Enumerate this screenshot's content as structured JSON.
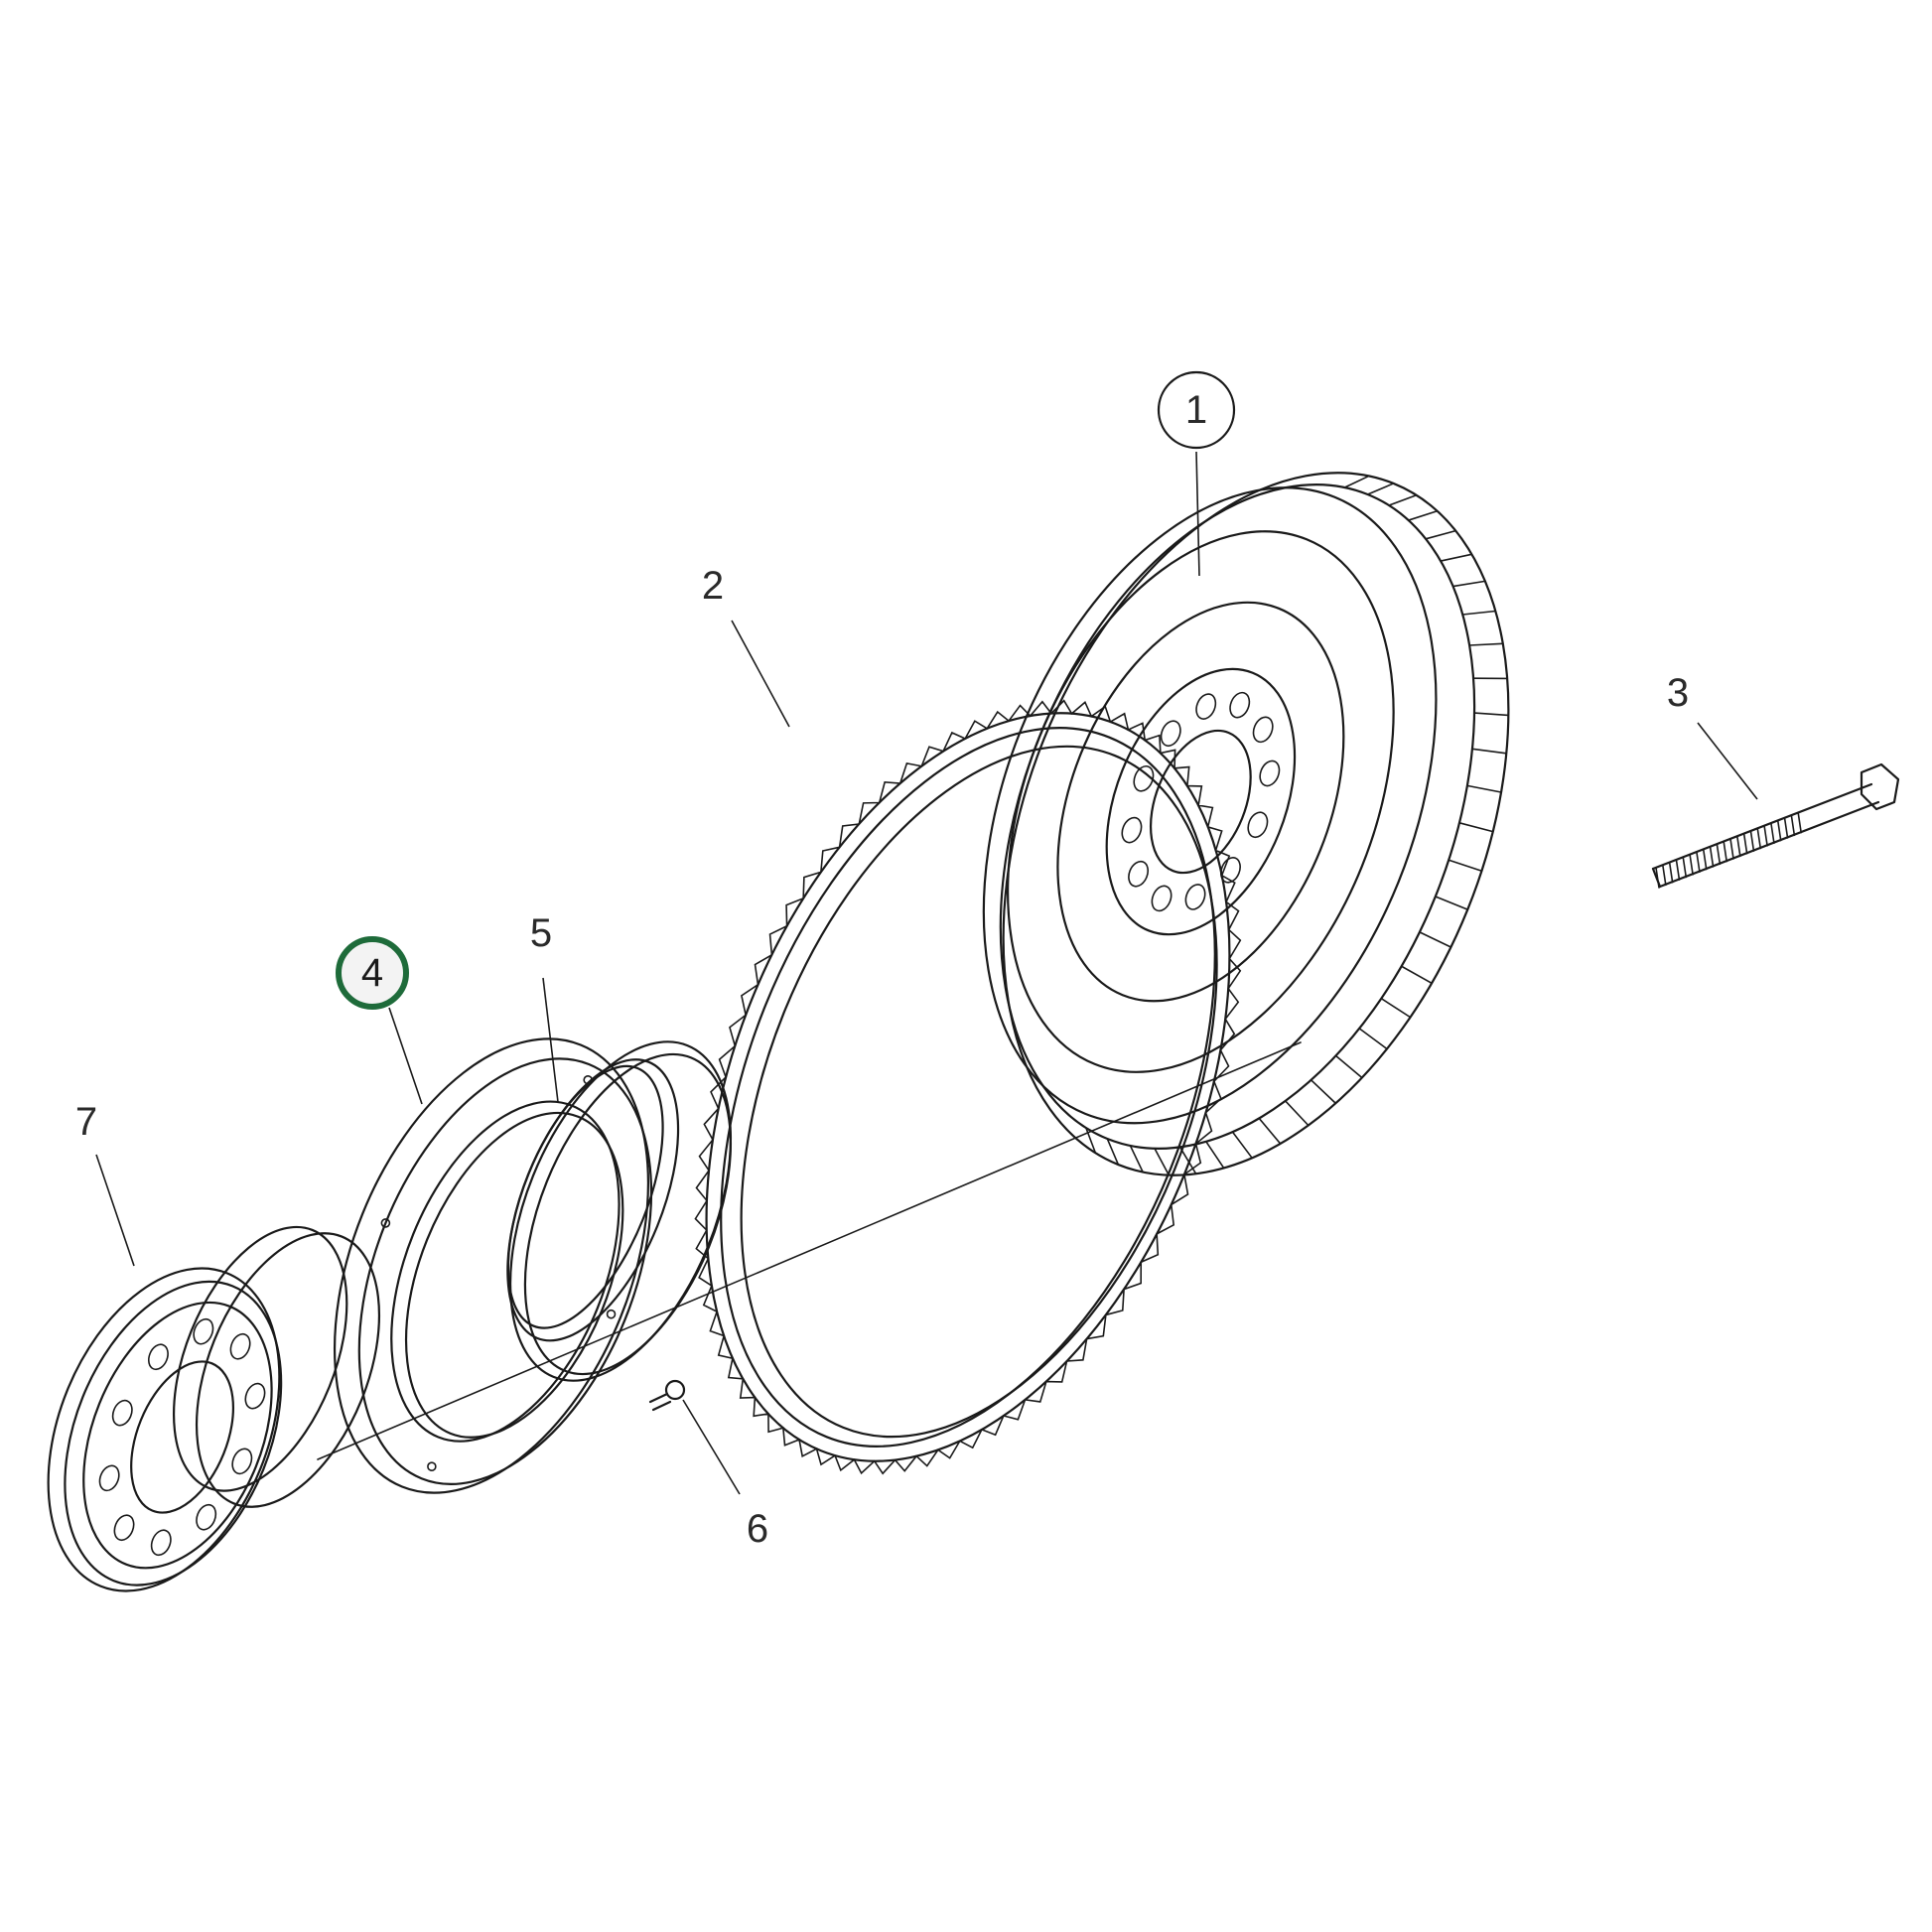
{
  "diagram": {
    "highlight_color": "#1e6b3a",
    "callouts": [
      {
        "id": "1",
        "label": "1",
        "circled": true,
        "highlighted": false
      },
      {
        "id": "2",
        "label": "2",
        "circled": false,
        "highlighted": false
      },
      {
        "id": "3",
        "label": "3",
        "circled": false,
        "highlighted": false
      },
      {
        "id": "4",
        "label": "4",
        "circled": true,
        "highlighted": true
      },
      {
        "id": "5",
        "label": "5",
        "circled": false,
        "highlighted": false
      },
      {
        "id": "6",
        "label": "6",
        "circled": false,
        "highlighted": false
      },
      {
        "id": "7",
        "label": "7",
        "circled": false,
        "highlighted": false
      }
    ]
  }
}
